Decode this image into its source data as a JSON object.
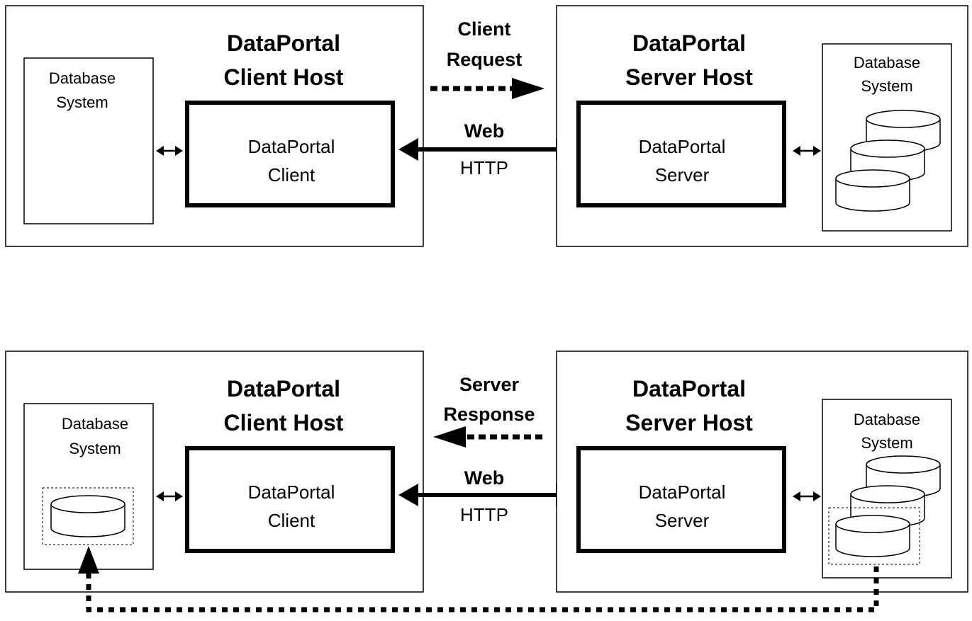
{
  "colors": {
    "ink": "#000000",
    "background": "#ffffff"
  },
  "top": {
    "client_host": {
      "title_line1": "DataPortal",
      "title_line2": "Client Host",
      "db_line1": "Database",
      "db_line2": "System",
      "box_line1": "DataPortal",
      "box_line2": "Client"
    },
    "flow": {
      "line1": "Client",
      "line2": "Request"
    },
    "link": {
      "label": "Web",
      "protocol": "HTTP"
    },
    "server_host": {
      "title_line1": "DataPortal",
      "title_line2": "Server Host",
      "db_line1": "Database",
      "db_line2": "System",
      "box_line1": "DataPortal",
      "box_line2": "Server"
    }
  },
  "bottom": {
    "client_host": {
      "title_line1": "DataPortal",
      "title_line2": "Client Host",
      "db_line1": "Database",
      "db_line2": "System",
      "box_line1": "DataPortal",
      "box_line2": "Client"
    },
    "flow": {
      "line1": "Server",
      "line2": "Response"
    },
    "link": {
      "label": "Web",
      "protocol": "HTTP"
    },
    "server_host": {
      "title_line1": "DataPortal",
      "title_line2": "Server Host",
      "db_line1": "Database",
      "db_line2": "System",
      "box_line1": "DataPortal",
      "box_line2": "Server"
    }
  }
}
